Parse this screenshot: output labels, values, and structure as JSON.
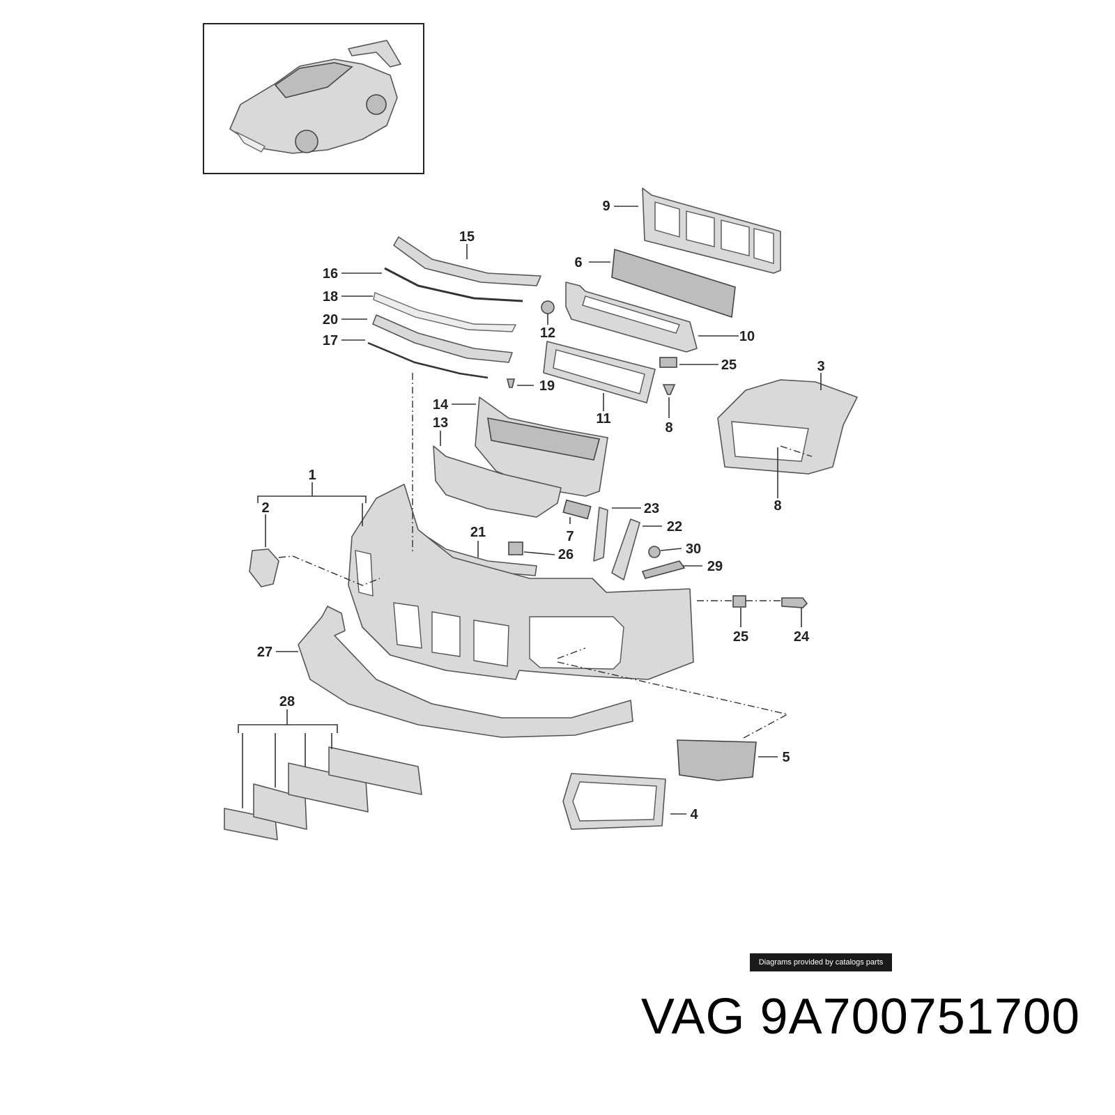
{
  "callouts": [
    "1",
    "2",
    "3",
    "4",
    "5",
    "6",
    "7",
    "8",
    "8",
    "9",
    "10",
    "11",
    "12",
    "13",
    "14",
    "15",
    "16",
    "17",
    "18",
    "19",
    "20",
    "21",
    "22",
    "23",
    "24",
    "25",
    "25",
    "26",
    "27",
    "28",
    "29",
    "30"
  ],
  "watermark": "Diagrams provided by catalogs parts",
  "brand": "VAG",
  "part_number": "9A700751700"
}
